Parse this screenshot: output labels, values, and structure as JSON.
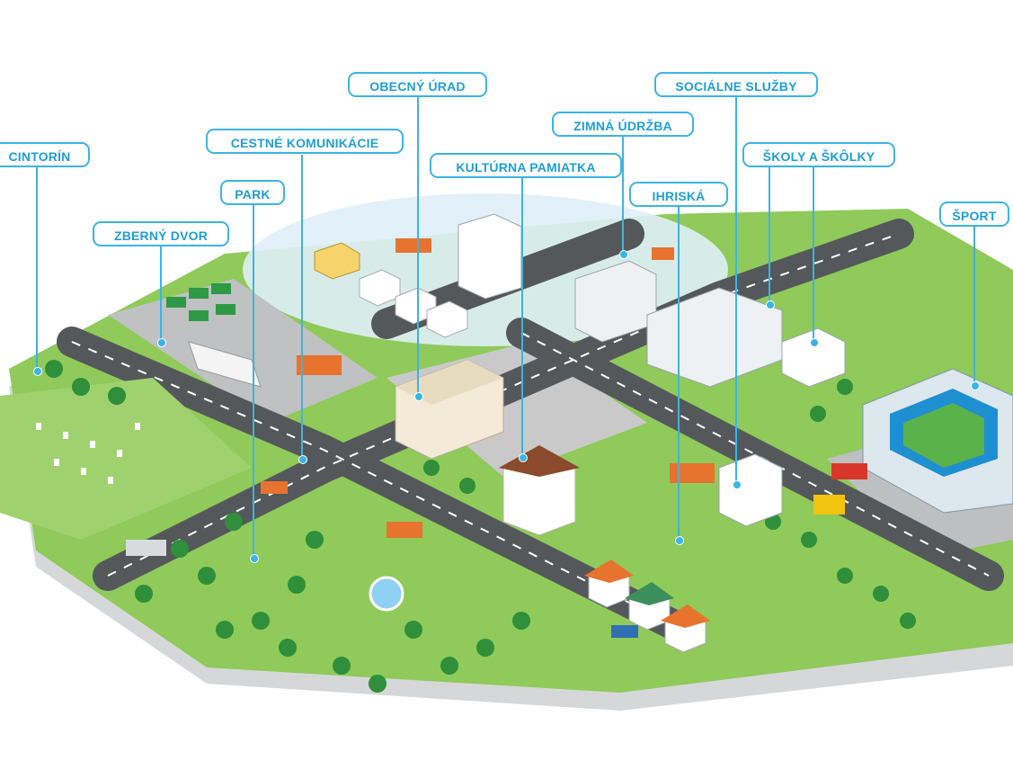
{
  "labels": {
    "cintorin": "CINTORÍN",
    "cestne_komunikacie": "CESTNÉ KOMUNIKÁCIE",
    "obecny_urad": "OBECNÝ ÚRAD",
    "zimna_udrzba": "ZIMNÁ ÚDRŽBA",
    "socialne_sluzby": "SOCIÁLNE SLUŽBY",
    "park": "PARK",
    "kulturna_pamiatka": "KULTÚRNA PAMIATKA",
    "ihriska": "IHRISKÁ",
    "skoly_a_skolky": "ŠKOLY A ŠKÔLKY",
    "zberny_dvor": "ZBERNÝ DVOR",
    "sport": "ŠPORT"
  },
  "colors": {
    "accent": "#3bb4e6",
    "grass": "#7cc242",
    "road": "#5a5d60",
    "base_edge": "#d9dadb"
  }
}
